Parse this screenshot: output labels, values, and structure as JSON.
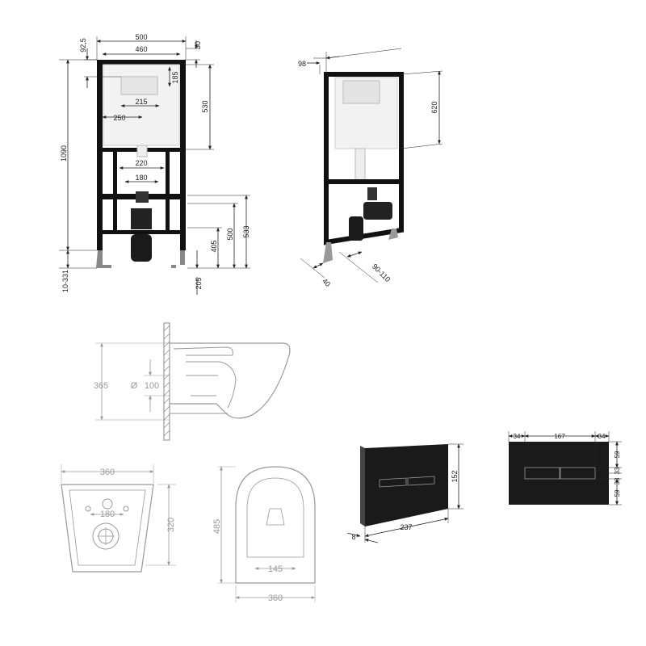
{
  "colors": {
    "frame": "#111111",
    "cistern": "#f2f2f2",
    "dimension_line": "#222222",
    "gray_line": "#9a9a9a",
    "plate": "#1a1a1a",
    "plate_button_outline": "#9a9a9a"
  },
  "frame_front": {
    "d_500": "500",
    "d_460": "460",
    "d_92_5": "92,5",
    "d_30": "30",
    "d_185": "185",
    "d_215": "215",
    "d_250": "250",
    "d_530": "530",
    "d_1090": "1090",
    "d_220": "220",
    "d_180": "180",
    "d_405": "405",
    "d_500b": "500",
    "d_533": "533",
    "d_205": "205",
    "d_10_331": "10-331"
  },
  "frame_side": {
    "d_98": "98",
    "d_620": "620",
    "d_40": "40",
    "d_90_110": "90-110"
  },
  "bowl_side": {
    "d_365": "365",
    "d_100": "100",
    "diameter_symbol": "Ø"
  },
  "bowl_front": {
    "d_360": "360",
    "d_180": "180",
    "d_320": "320"
  },
  "bowl_top": {
    "d_485": "485",
    "d_145": "145",
    "d_360": "360"
  },
  "plate_perspective": {
    "d_152": "152",
    "d_237": "237",
    "d_8": "8"
  },
  "plate_front": {
    "d_34_left": "34",
    "d_167": "167",
    "d_34_right": "34",
    "d_59_top": "59",
    "d_33_top": "33",
    "d_33_bottom": "33",
    "d_59_bottom": "59"
  }
}
